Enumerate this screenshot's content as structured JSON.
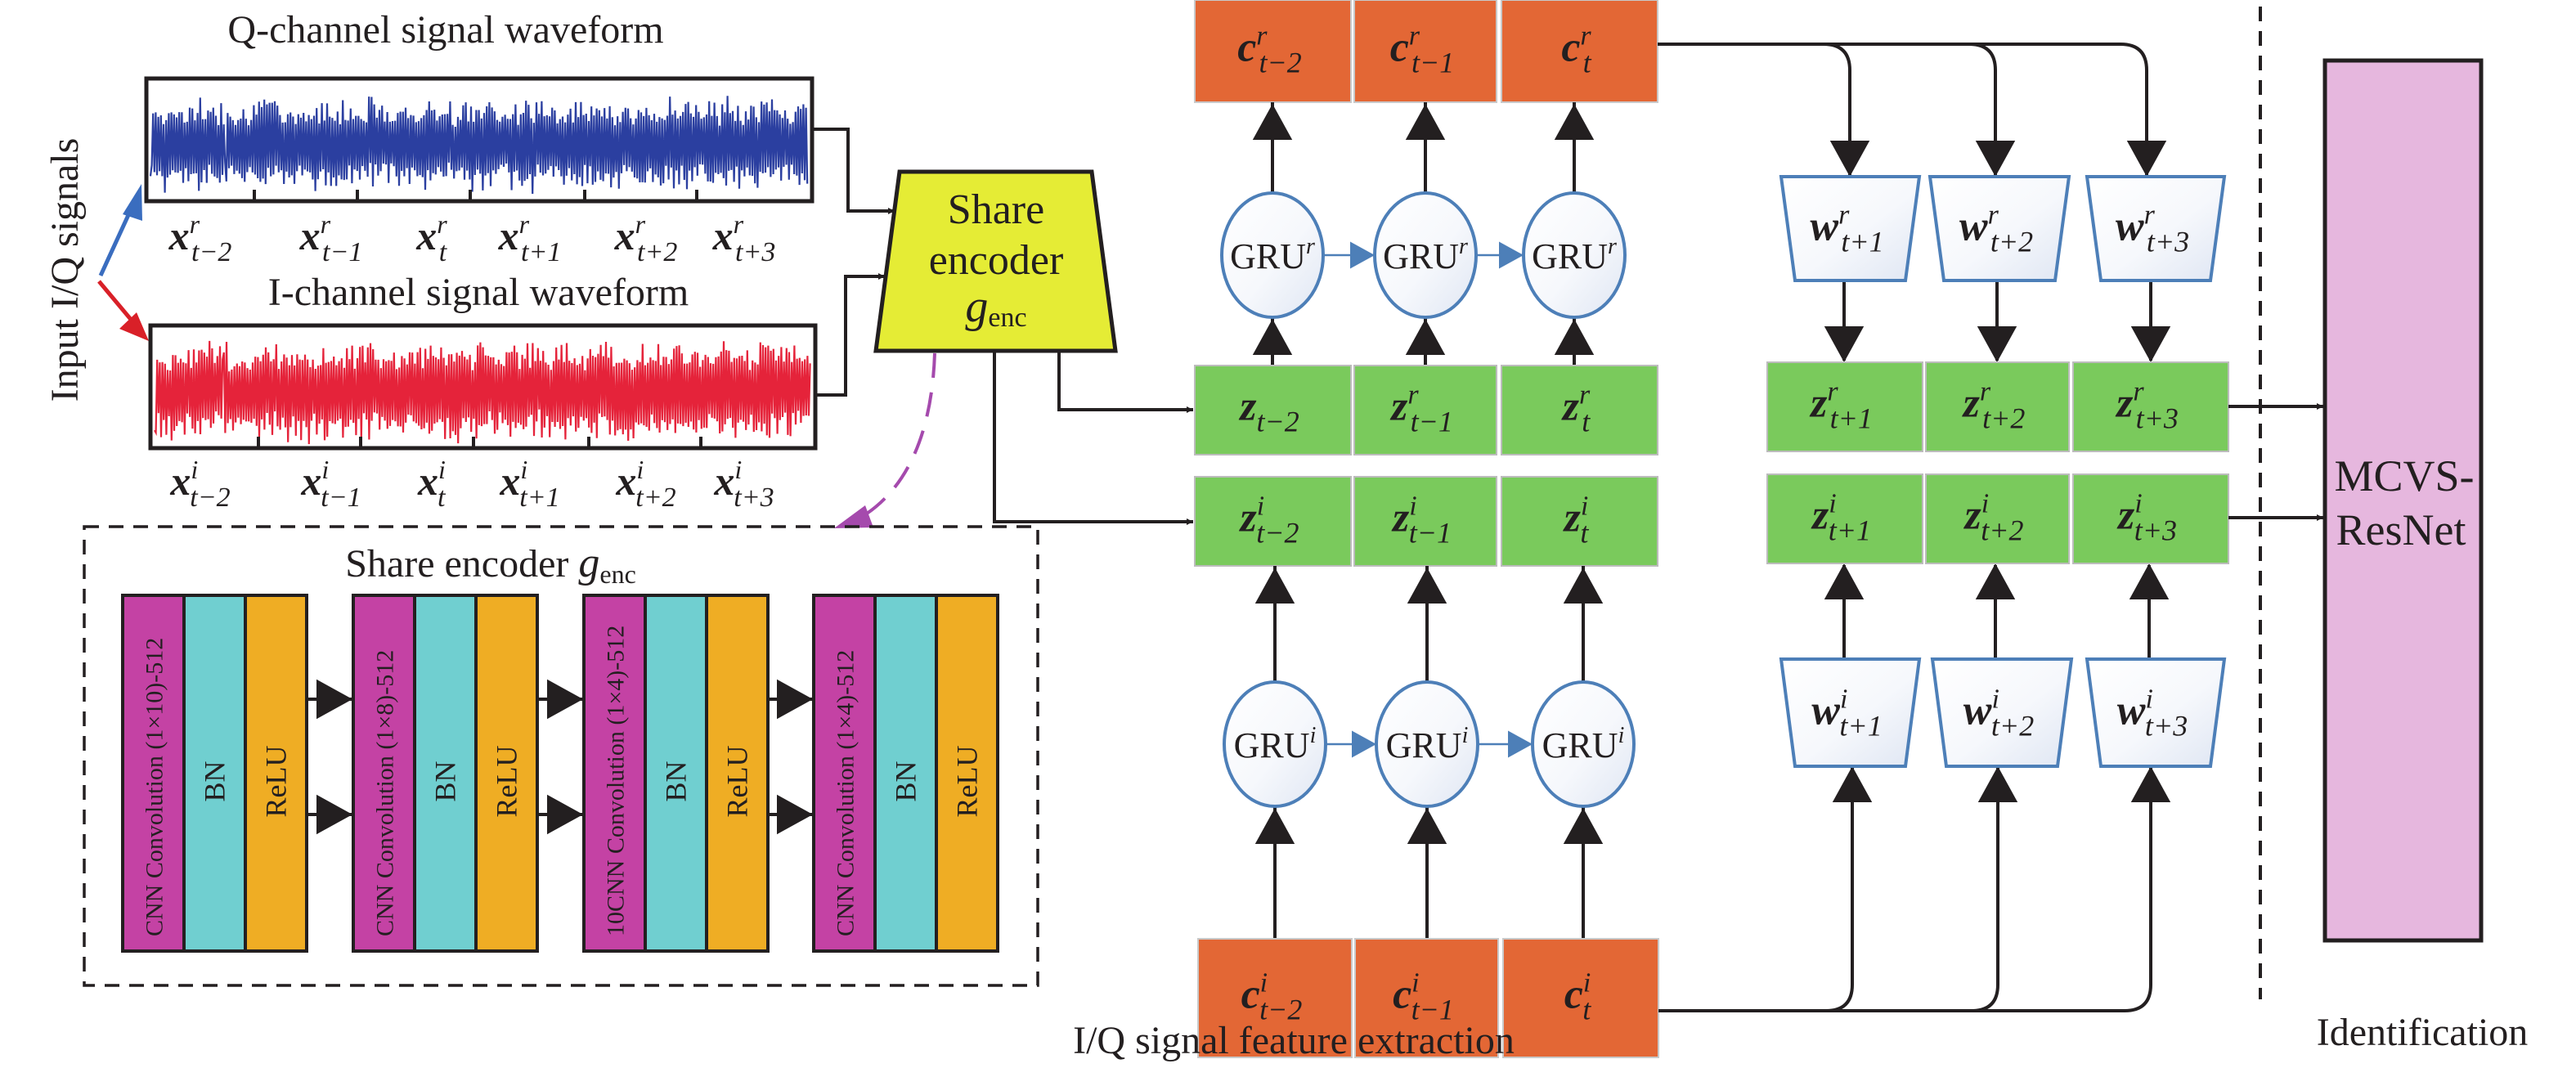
{
  "colors": {
    "q_wave": "#2b3fa0",
    "i_wave": "#e5233a",
    "encoder_fill": "#e5ec35",
    "c_block": "#e36735",
    "z_block": "#7aca5c",
    "gru_stroke": "#4d7fb8",
    "conv": "#c442a4",
    "bn": "#70cfd0",
    "relu": "#efad24",
    "mcvs": "#e6b7de",
    "purple_arrow": "#a54aad",
    "blue_arrow": "#3a6dbf",
    "red_arrow": "#d92028"
  },
  "input": {
    "label": "Input I/Q signals",
    "q_title": "Q-channel signal waveform",
    "i_title": "I-channel signal waveform",
    "q_ticks": [
      {
        "base": "x",
        "sup": "r",
        "sub": "t−2"
      },
      {
        "base": "x",
        "sup": "r",
        "sub": "t−1"
      },
      {
        "base": "x",
        "sup": "r",
        "sub": "t"
      },
      {
        "base": "x",
        "sup": "r",
        "sub": "t+1"
      },
      {
        "base": "x",
        "sup": "r",
        "sub": "t+2"
      },
      {
        "base": "x",
        "sup": "r",
        "sub": "t+3"
      }
    ],
    "i_ticks": [
      {
        "base": "x",
        "sup": "i",
        "sub": "t−2"
      },
      {
        "base": "x",
        "sup": "i",
        "sub": "t−1"
      },
      {
        "base": "x",
        "sup": "i",
        "sub": "t"
      },
      {
        "base": "x",
        "sup": "i",
        "sub": "t+1"
      },
      {
        "base": "x",
        "sup": "i",
        "sub": "t+2"
      },
      {
        "base": "x",
        "sup": "i",
        "sub": "t+3"
      }
    ]
  },
  "encoder": {
    "line1": "Share",
    "line2": "encoder",
    "symbol": "g",
    "symbol_sub": "enc"
  },
  "encoder_detail": {
    "title": "Share encoder ",
    "symbol": "g",
    "symbol_sub": "enc",
    "blocks": [
      {
        "conv": "CNN Convolution (1×10)-512",
        "bn": "BN",
        "relu": "ReLU"
      },
      {
        "conv": "CNN Convolution (1×8)-512",
        "bn": "BN",
        "relu": "ReLU"
      },
      {
        "conv": "10CNN Convolution (1×4)-512",
        "bn": "BN",
        "relu": "ReLU"
      },
      {
        "conv": "CNN Convolution (1×4)-512",
        "bn": "BN",
        "relu": "ReLU"
      }
    ]
  },
  "c_r": [
    {
      "base": "c",
      "sup": "r",
      "sub": "t−2"
    },
    {
      "base": "c",
      "sup": "r",
      "sub": "t−1"
    },
    {
      "base": "c",
      "sup": "r",
      "sub": "t"
    }
  ],
  "c_i": [
    {
      "base": "c",
      "sup": "i",
      "sub": "t−2"
    },
    {
      "base": "c",
      "sup": "i",
      "sub": "t−1"
    },
    {
      "base": "c",
      "sup": "i",
      "sub": "t"
    }
  ],
  "gru_r": [
    {
      "base": "GRU",
      "sup": "r"
    },
    {
      "base": "GRU",
      "sup": "r"
    },
    {
      "base": "GRU",
      "sup": "r"
    }
  ],
  "gru_i": [
    {
      "base": "GRU",
      "sup": "i"
    },
    {
      "base": "GRU",
      "sup": "i"
    },
    {
      "base": "GRU",
      "sup": "i"
    }
  ],
  "z_r_past": [
    {
      "base": "z",
      "sup": "",
      "sub": "t−2"
    },
    {
      "base": "z",
      "sup": "r",
      "sub": "t−1"
    },
    {
      "base": "z",
      "sup": "r",
      "sub": "t"
    }
  ],
  "z_i_past": [
    {
      "base": "z",
      "sup": "i",
      "sub": "t−2"
    },
    {
      "base": "z",
      "sup": "i",
      "sub": "t−1"
    },
    {
      "base": "z",
      "sup": "i",
      "sub": "t"
    }
  ],
  "z_r_future": [
    {
      "base": "z",
      "sup": "r",
      "sub": "t+1"
    },
    {
      "base": "z",
      "sup": "r",
      "sub": "t+2"
    },
    {
      "base": "z",
      "sup": "r",
      "sub": "t+3"
    }
  ],
  "z_i_future": [
    {
      "base": "z",
      "sup": "i",
      "sub": "t+1"
    },
    {
      "base": "z",
      "sup": "i",
      "sub": "t+2"
    },
    {
      "base": "z",
      "sup": "i",
      "sub": "t+3"
    }
  ],
  "w_r": [
    {
      "base": "w",
      "sup": "r",
      "sub": "t+1"
    },
    {
      "base": "w",
      "sup": "r",
      "sub": "t+2"
    },
    {
      "base": "w",
      "sup": "r",
      "sub": "t+3"
    }
  ],
  "w_i": [
    {
      "base": "w",
      "sup": "i",
      "sub": "t+1"
    },
    {
      "base": "w",
      "sup": "i",
      "sub": "t+2"
    },
    {
      "base": "w",
      "sup": "i",
      "sub": "t+3"
    }
  ],
  "classifier": {
    "line1": "MCVS-",
    "line2": "ResNet"
  },
  "sections": {
    "feature_extraction": "I/Q signal feature extraction",
    "identification": "Identification"
  }
}
